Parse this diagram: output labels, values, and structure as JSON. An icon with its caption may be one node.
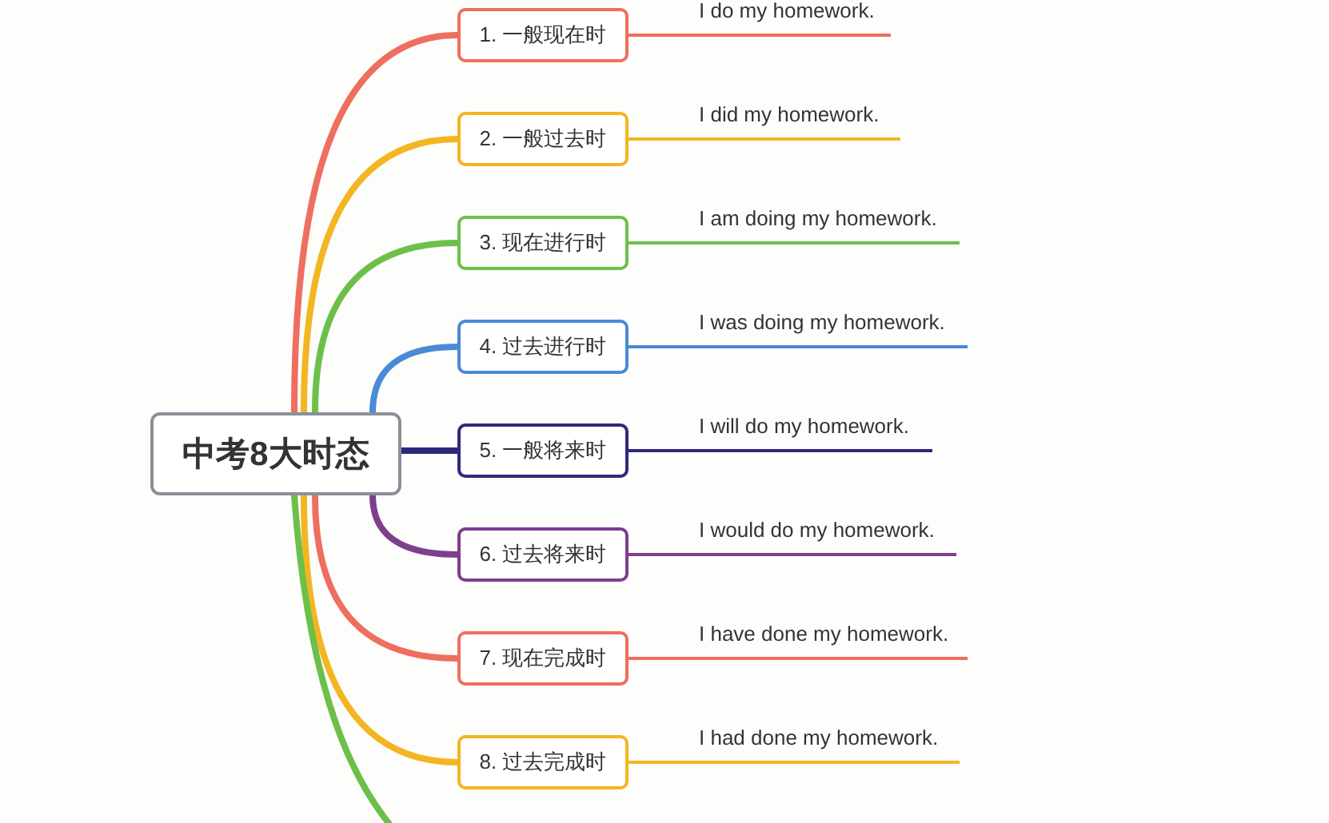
{
  "diagram": {
    "nodes": [
      {
        "text": [
          "中考8大时态"
        ]
      },
      {
        "text": [
          "1. 一般现在时"
        ]
      },
      {
        "text": [
          "2. 一般过去时"
        ]
      },
      {
        "text": [
          "3. 现在进行时"
        ]
      },
      {
        "text": [
          "4. 过去进行时"
        ]
      },
      {
        "text": [
          "5. 一般将来时"
        ]
      },
      {
        "text": [
          "6. 过去将来时"
        ]
      },
      {
        "text": [
          "7. 现在完成时"
        ]
      },
      {
        "text": [
          "8. 过去完成时"
        ]
      },
      {
        "text": [
          "I do my homework."
        ]
      },
      {
        "text": [
          "I did my homework."
        ]
      },
      {
        "text": [
          "I am doing my homework."
        ]
      },
      {
        "text": [
          "I was doing my homework."
        ]
      },
      {
        "text": [
          "I will do my homework."
        ]
      },
      {
        "text": [
          "I would do my homework."
        ]
      },
      {
        "text": [
          "I have done my homework."
        ]
      },
      {
        "text": [
          "I had done my homework."
        ]
      }
    ],
    "edges": [
      {
        "from": 0,
        "to": 1,
        "arrow": "none",
        "color": "#ee6f5f"
      },
      {
        "from": 0,
        "to": 2,
        "arrow": "none",
        "color": "#f4b522"
      },
      {
        "from": 0,
        "to": 3,
        "arrow": "none",
        "color": "#6cc04a"
      },
      {
        "from": 0,
        "to": 4,
        "arrow": "none",
        "color": "#4a8ad6"
      },
      {
        "from": 0,
        "to": 5,
        "arrow": "none",
        "color": "#2e2a7a"
      },
      {
        "from": 0,
        "to": 6,
        "arrow": "none",
        "color": "#7d3f8e"
      },
      {
        "from": 0,
        "to": 7,
        "arrow": "none",
        "color": "#ee6f5f"
      },
      {
        "from": 0,
        "to": 8,
        "arrow": "none",
        "color": "#f4b522"
      },
      {
        "from": 0,
        "to": null,
        "arrow": "none",
        "color": "#6cc04a"
      },
      {
        "from": 1,
        "to": 9,
        "arrow": "none",
        "color": "#ee6f5f"
      },
      {
        "from": 2,
        "to": 10,
        "arrow": "none",
        "color": "#f4b522"
      },
      {
        "from": 3,
        "to": 11,
        "arrow": "none",
        "color": "#6cc04a"
      },
      {
        "from": 4,
        "to": 12,
        "arrow": "none",
        "color": "#4a8ad6"
      },
      {
        "from": 5,
        "to": 13,
        "arrow": "none",
        "color": "#2e2a7a"
      },
      {
        "from": 6,
        "to": 14,
        "arrow": "none",
        "color": "#7d3f8e"
      },
      {
        "from": 7,
        "to": 15,
        "arrow": "none",
        "color": "#ee6f5f"
      },
      {
        "from": 8,
        "to": 16,
        "arrow": "none",
        "color": "#f4b522"
      }
    ]
  }
}
